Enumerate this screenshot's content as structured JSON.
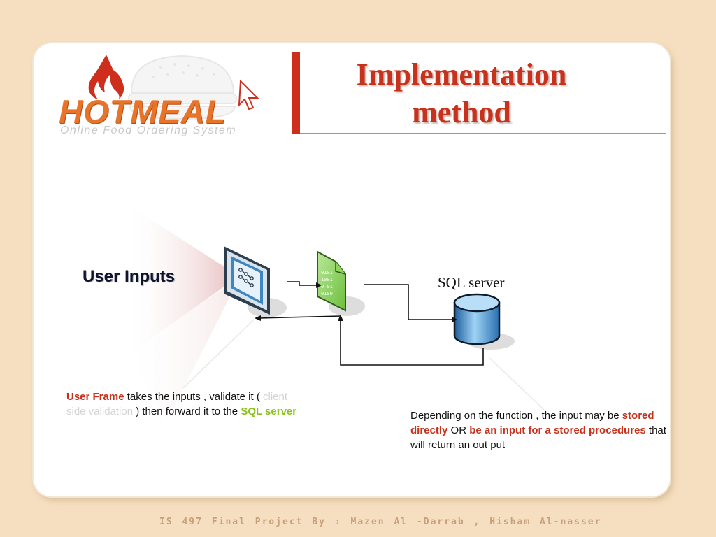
{
  "header": {
    "logo_text": "HOTMEAL",
    "logo_subtitle": "Online Food Ordering System",
    "title_line1": "Implementation",
    "title_line2": "method"
  },
  "diagram": {
    "user_inputs_label": "User Inputs",
    "sql_server_label": "SQL server"
  },
  "notes": {
    "left": {
      "frame_label": "User Frame",
      "text1": " takes the inputs , validate it ( ",
      "validation_label": "client side validation",
      "text2": " ) then forward it to the ",
      "sql_label": "SQL server"
    },
    "right": {
      "text1": "Depending on the function , the input may be ",
      "stored_directly": "stored directly",
      "or_text": " OR ",
      "input_stored": "be an input for a stored procedures",
      "text2": " that will return an out put"
    }
  },
  "footer": {
    "text": "IS 497 Final Project   By :  Mazen Al -Darrab , Hisham Al-nasser"
  },
  "colors": {
    "background": "#f6dfc0",
    "accent_red": "#c8321c",
    "accent_orange": "#e9832d",
    "accent_green": "#8bc21a"
  }
}
